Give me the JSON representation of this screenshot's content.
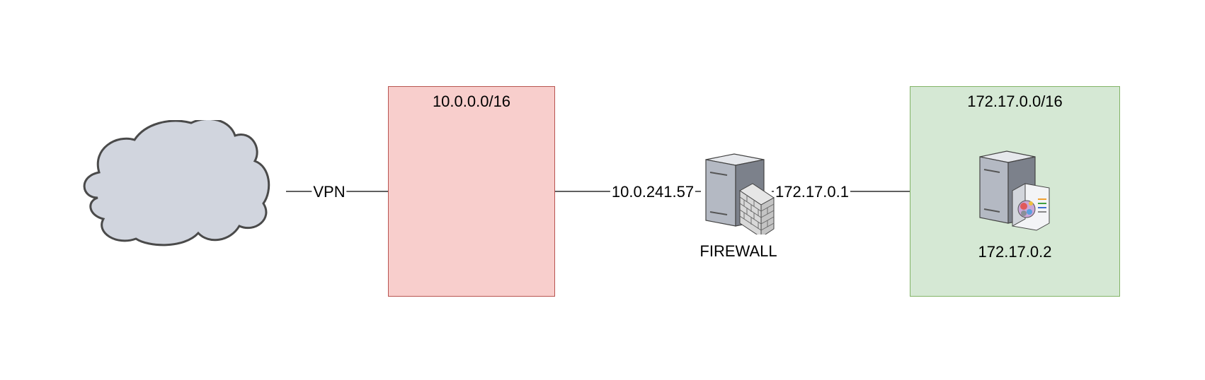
{
  "diagram": {
    "networks": [
      {
        "id": "net-10",
        "label": "10.0.0.0/16",
        "fill": "#f8cecc",
        "stroke": "#b85450"
      },
      {
        "id": "net-172",
        "label": "172.17.0.0/16",
        "fill": "#d5e8d4",
        "stroke": "#82b366"
      }
    ],
    "cloud": {
      "fill": "#d1d5de",
      "stroke": "#4a4a4a"
    },
    "links": {
      "vpn": "VPN",
      "firewall_left": "10.0.241.57",
      "firewall_right": "172.17.0.1"
    },
    "firewall": {
      "label": "FIREWALL"
    },
    "server": {
      "label": "172.17.0.2"
    },
    "line_color": "#000000"
  }
}
